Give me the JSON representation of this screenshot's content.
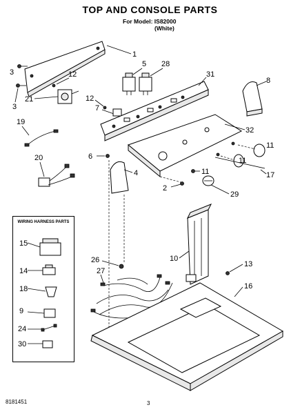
{
  "header": {
    "title": "TOP AND CONSOLE PARTS",
    "model_line": "For Model: IS82000",
    "color_line": "(White)"
  },
  "harness_box": {
    "title": "WIRING HARNESS PARTS",
    "labels": [
      "15",
      "14",
      "18",
      "9",
      "24",
      "30"
    ]
  },
  "callouts": {
    "c1": "1",
    "c3a": "3",
    "c3b": "3",
    "c12a": "12",
    "c21": "21",
    "c12b": "12",
    "c7": "7",
    "c5": "5",
    "c28": "28",
    "c31": "31",
    "c8": "8",
    "c19": "19",
    "c32": "32",
    "c11a": "11",
    "c6": "6",
    "c4": "4",
    "c11b": "11",
    "c11c": "11",
    "c17": "17",
    "c2": "2",
    "c29": "29",
    "c20": "20",
    "c10": "10",
    "c13": "13",
    "c26": "26",
    "c27": "27",
    "c16": "16"
  },
  "footer": {
    "doc_number": "8181451",
    "page_number": "3"
  }
}
